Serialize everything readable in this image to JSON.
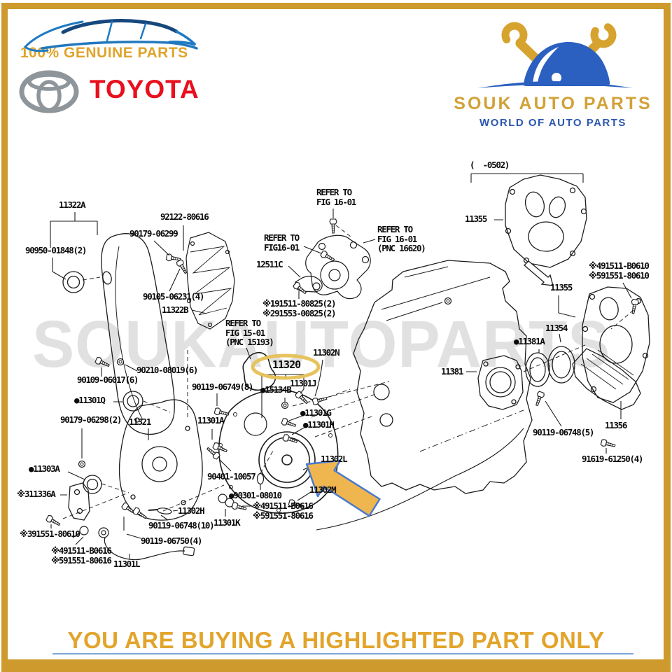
{
  "header": {
    "genuine_text": "100% GENUINE PARTS",
    "brand": "TOYOTA",
    "logo_title": "SOUK AUTO PARTS",
    "logo_subtitle": "WORLD OF AUTO PARTS"
  },
  "footer": {
    "text": "YOU ARE BUYING A HIGHLIGHTED PART ONLY"
  },
  "watermark": "SOUKAUTOPARTS",
  "highlighted_part": "11320",
  "colors": {
    "frame_gold": "#CE9A2D",
    "accent_gold": "#E2A42B",
    "toyota_red": "#E8101E",
    "logo_blue": "#2B57AE",
    "car_blue": "#1E79C2",
    "arrow_fill": "#EFB54E",
    "arrow_stroke": "#4A79CE",
    "highlight_ring": "#E6C054"
  },
  "labels": [
    {
      "text": "11322A"
    },
    {
      "text": "92122-80616"
    },
    {
      "text": "90179-06299"
    },
    {
      "text": "90950-01848(2)"
    },
    {
      "text": "90105-06231(4)"
    },
    {
      "text": "11322B"
    },
    {
      "text": "REFER TO\nFIG 16-01"
    },
    {
      "text": "REFER TO\nFIG16-01"
    },
    {
      "text": "12511C"
    },
    {
      "text": "REFER TO\nFIG 16-01\n(PNC 16620)"
    },
    {
      "text": "※191511-80825(2)\n※291553-00825(2)"
    },
    {
      "text": "REFER TO\nFIG 15-01\n(PNC 15193)"
    },
    {
      "text": "11302N"
    },
    {
      "text": "11320"
    },
    {
      "text": "11301J"
    },
    {
      "text": "●15134B"
    },
    {
      "text": "90119-06749(8)"
    },
    {
      "text": "●11301G"
    },
    {
      "text": "●11301H"
    },
    {
      "text": "11301A"
    },
    {
      "text": "90210-08019(6)"
    },
    {
      "text": "90109-06017(6)"
    },
    {
      "text": "●11301Q"
    },
    {
      "text": "90179-06298(2)"
    },
    {
      "text": "11321"
    },
    {
      "text": "●11303A"
    },
    {
      "text": "※311336A"
    },
    {
      "text": "90401-10057"
    },
    {
      "text": "●90301-08010"
    },
    {
      "text": "11302L"
    },
    {
      "text": "11302M"
    },
    {
      "text": "※491511-B0616\n※591551-80616"
    },
    {
      "text": "11301K"
    },
    {
      "text": "11302H"
    },
    {
      "text": "90119-06748(10)"
    },
    {
      "text": "90119-06750(4)"
    },
    {
      "text": "※391551-80610"
    },
    {
      "text": "※491511-B0616\n※591551-80616"
    },
    {
      "text": "11301L"
    },
    {
      "text": "(  -0502)"
    },
    {
      "text": "11355"
    },
    {
      "text": "11355"
    },
    {
      "text": "※491511-B0610\n※591551-80610"
    },
    {
      "text": "11354"
    },
    {
      "text": "●11381A"
    },
    {
      "text": "11381"
    },
    {
      "text": "90119-06748(5)"
    },
    {
      "text": "11356"
    },
    {
      "text": "91619-61250(4)"
    }
  ]
}
